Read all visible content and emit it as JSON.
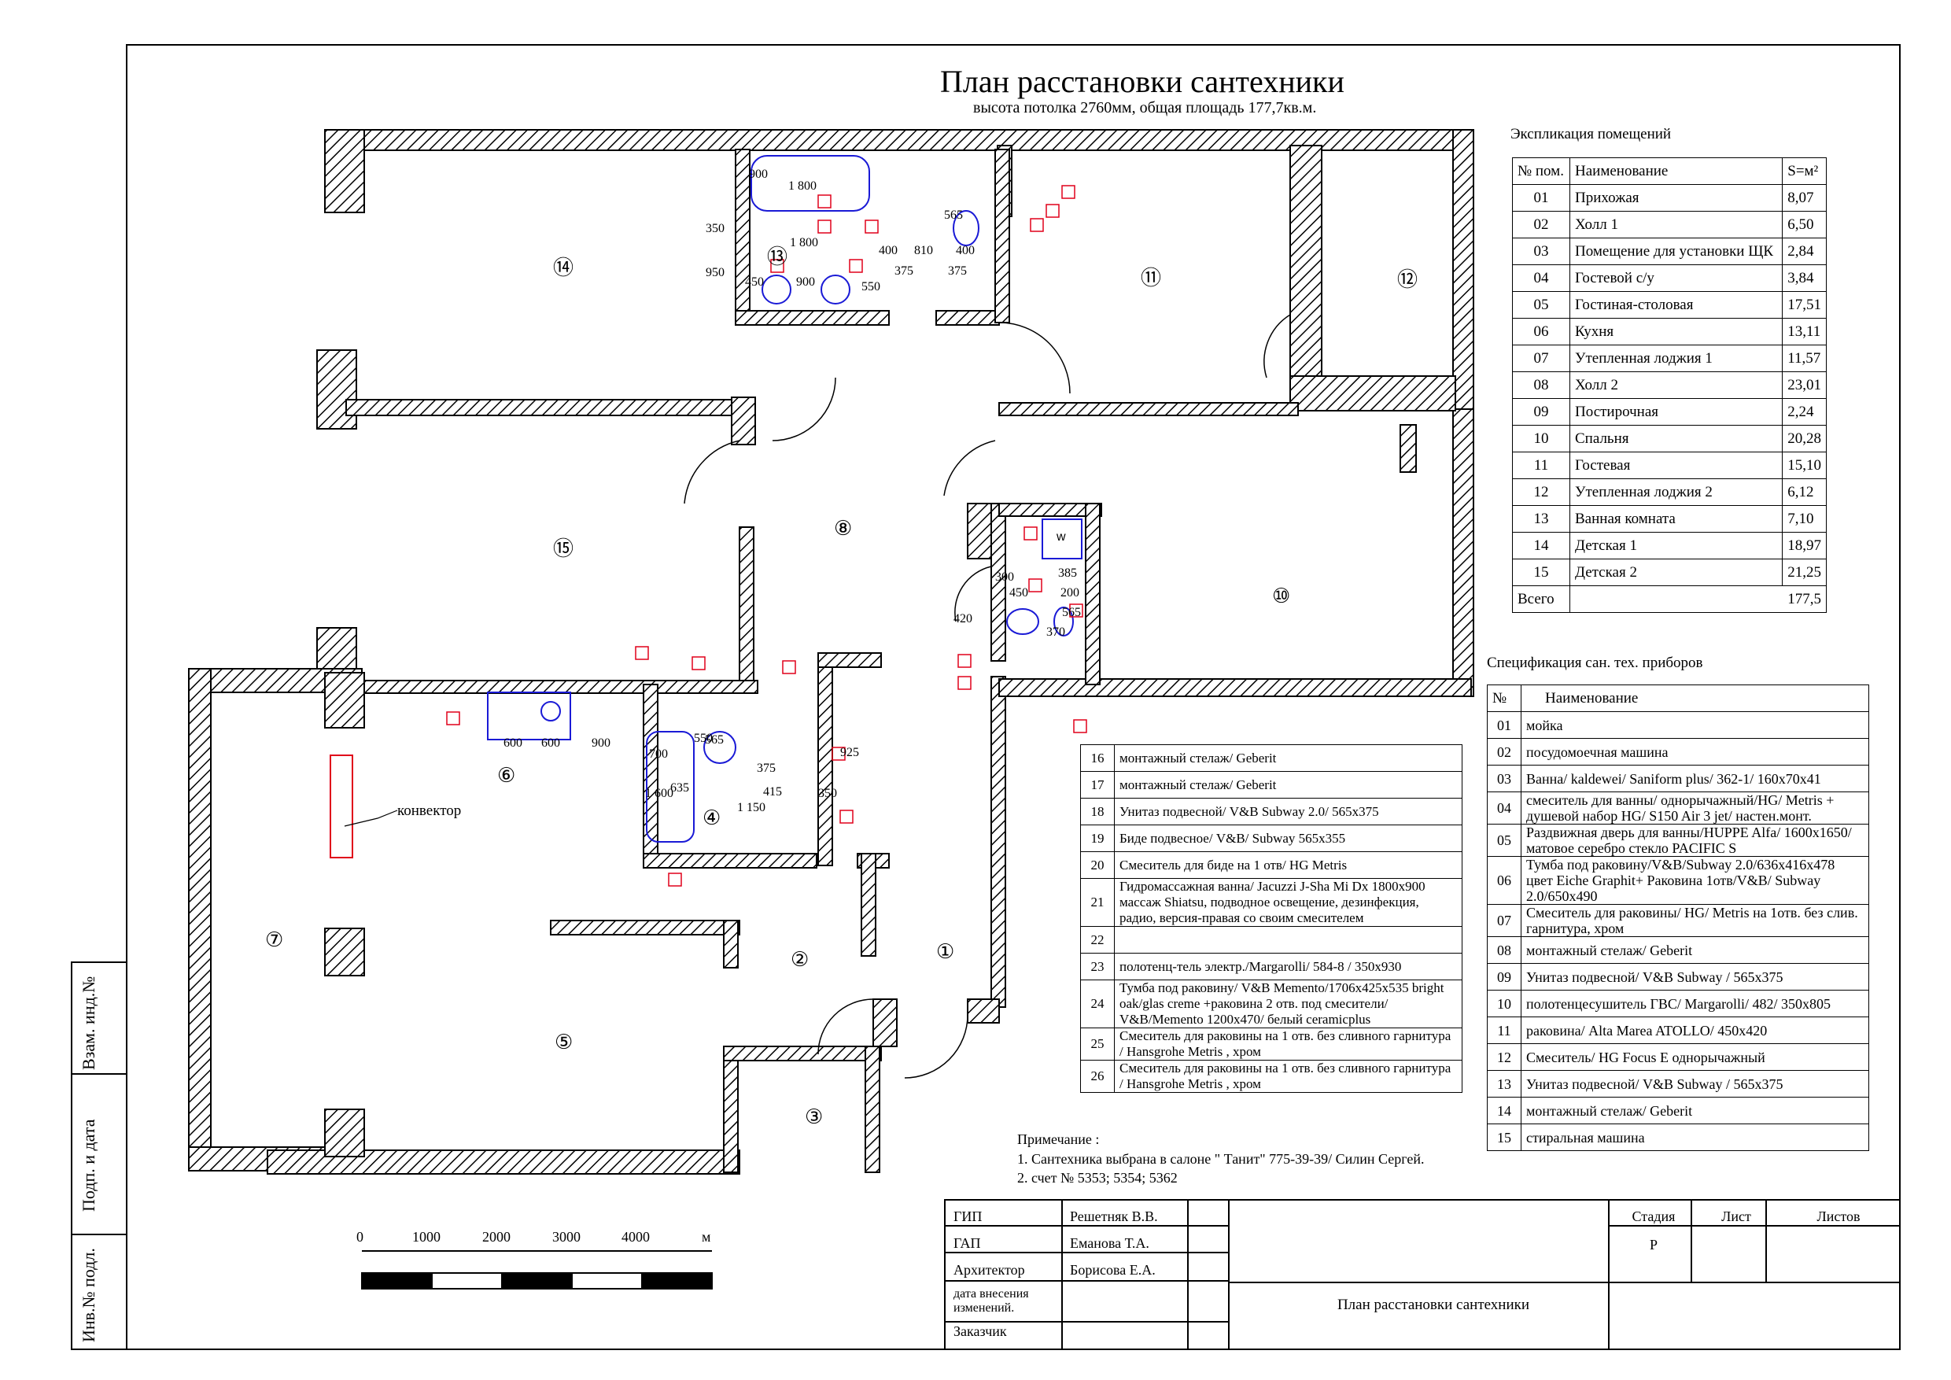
{
  "title": "План расстановки сантехники",
  "subtitle": "высота потолка 2760мм, общая площадь 177,7кв.м.",
  "explication": {
    "caption": "Экспликация помещений",
    "headers": [
      "№ пом.",
      "Наименование",
      "S=м²"
    ],
    "rows": [
      [
        "01",
        "Прихожая",
        "8,07"
      ],
      [
        "02",
        "Холл 1",
        "6,50"
      ],
      [
        "03",
        "Помещение для установки ЩК",
        "2,84"
      ],
      [
        "04",
        "Гостевой с/у",
        "3,84"
      ],
      [
        "05",
        "Гостиная-столовая",
        "17,51"
      ],
      [
        "06",
        "Кухня",
        "13,11"
      ],
      [
        "07",
        "Утепленная лоджия 1",
        "11,57"
      ],
      [
        "08",
        "Холл 2",
        "23,01"
      ],
      [
        "09",
        "Постирочная",
        "2,24"
      ],
      [
        "10",
        "Спальня",
        "20,28"
      ],
      [
        "11",
        "Гостевая",
        "15,10"
      ],
      [
        "12",
        "Утепленная лоджия 2",
        "6,12"
      ],
      [
        "13",
        "Ванная комната",
        "7,10"
      ],
      [
        "14",
        "Детская 1",
        "18,97"
      ],
      [
        "15",
        "Детская 2",
        "21,25"
      ]
    ],
    "total_label": "Всего",
    "total_value": "177,5"
  },
  "spec": {
    "caption": "Спецификация сан. тех. приборов",
    "headers": [
      "№",
      "Наименование"
    ],
    "rows": [
      [
        "01",
        "мойка"
      ],
      [
        "02",
        "посудомоечная машина"
      ],
      [
        "03",
        "Ванна/ kaldewei/ Saniform plus/ 362-1/ 160х70х41"
      ],
      [
        "04",
        "смеситель для ванны/ однорычажный/HG/ Metris + душевой набор HG/ S150 Air 3 jet/ настен.монт."
      ],
      [
        "05",
        "Раздвижная дверь для ванны/HUPPE Alfa/ 1600х1650/ матовое серебро стекло PACIFIC S"
      ],
      [
        "06",
        "Тумба под раковину/V&B/Subway 2.0/636х416х478 цвет Eiche Graphit+ Раковина 1отв/V&B/ Subway 2.0/650х490"
      ],
      [
        "07",
        "Смеситель для раковины/ HG/ Metris на 1отв. без слив. гарнитура, хром"
      ],
      [
        "08",
        "монтажный стелаж/ Geberit"
      ],
      [
        "09",
        "Унитаз подвесной/ V&B Subway / 565х375"
      ],
      [
        "10",
        "полотенцесушитель ГВС/ Margarolli/ 482/ 350х805"
      ],
      [
        "11",
        "раковина/ Alta Marea ATOLLO/ 450х420"
      ],
      [
        "12",
        "Смеситель/ HG Focus E однорычажный"
      ],
      [
        "13",
        "Унитаз подвесной/ V&B Subway / 565х375"
      ],
      [
        "14",
        "монтажный стелаж/ Geberit"
      ],
      [
        "15",
        "стиральная машина"
      ]
    ]
  },
  "spec2": {
    "rows": [
      [
        "16",
        "монтажный стелаж/ Geberit"
      ],
      [
        "17",
        "монтажный стелаж/ Geberit"
      ],
      [
        "18",
        "Унитаз подвесной/ V&B Subway 2.0/ 565х375"
      ],
      [
        "19",
        "Биде подвесное/ V&B/ Subway 565х355"
      ],
      [
        "20",
        "Смеситель для биде на 1 отв/ HG Metris"
      ],
      [
        "21",
        "Гидромассажная ванна/ Jacuzzi J-Sha Mi Dx 1800х900 массаж Shiatsu, подводное освещение, дезинфекция, радио, версия-правая со своим смесителем"
      ],
      [
        "22",
        ""
      ],
      [
        "23",
        "полотенц-тель электр./Margarolli/ 584-8 / 350х930"
      ],
      [
        "24",
        "Тумба под раковину/ V&B Memento/1706х425х535 bright oak/glas creme +раковина 2 отв. под смесители/ V&B/Memento 1200х470/ белый ceramicplus"
      ],
      [
        "25",
        "Смеситель для раковины на 1 отв. без сливного гарнитура / Hansgrohe Metris , хром"
      ],
      [
        "26",
        "Смеситель для раковины на 1 отв. без сливного гарнитура / Hansgrohe Metris , хром"
      ]
    ]
  },
  "notes": {
    "heading": "Примечание :",
    "line1": "1. Сантехника выбрана в салоне \" Танит\" 775-39-39/ Силин Сергей.",
    "line2": "2. счет № 5353; 5354; 5362"
  },
  "rooms": [
    "①",
    "②",
    "③",
    "④",
    "⑤",
    "⑥",
    "⑦",
    "⑧",
    "⑩",
    "⑪",
    "⑫",
    "⑬",
    "⑭",
    "⑮"
  ],
  "plan_labels": {
    "convector": "конвектор",
    "washer": "w",
    "dims": [
      "1 800",
      "900",
      "350",
      "950",
      "1 800",
      "450",
      "900",
      "550",
      "400",
      "810",
      "400",
      "565",
      "375",
      "375",
      "300",
      "450",
      "385",
      "200",
      "565",
      "420",
      "370",
      "700",
      "550",
      "1 600",
      "565",
      "635",
      "375",
      "925",
      "415",
      "1 150",
      "350",
      "600",
      "600",
      "900"
    ]
  },
  "scale": {
    "ticks": [
      "0",
      "1000",
      "2000",
      "3000",
      "4000"
    ],
    "unit": "м"
  },
  "stamp": {
    "roles": [
      "ГИП",
      "ГАП",
      "Архитектор",
      "дата  внесения изменений.",
      "Заказчик"
    ],
    "names": [
      "Решетняк В.В.",
      "Еманова Т.А.",
      "Борисова Е.А.",
      "",
      ""
    ],
    "stage_h": "Стадия",
    "sheet_h": "Лист",
    "sheets_h": "Листов",
    "stage_v": "Р",
    "doc_title": "План расстановки сантехники"
  },
  "left_strip": [
    "Взам. инд.№",
    "Подп. и дата",
    "Инв.№ подл."
  ],
  "colors": {
    "accent_red": "#e0001a",
    "blue": "#1a1ad6"
  }
}
